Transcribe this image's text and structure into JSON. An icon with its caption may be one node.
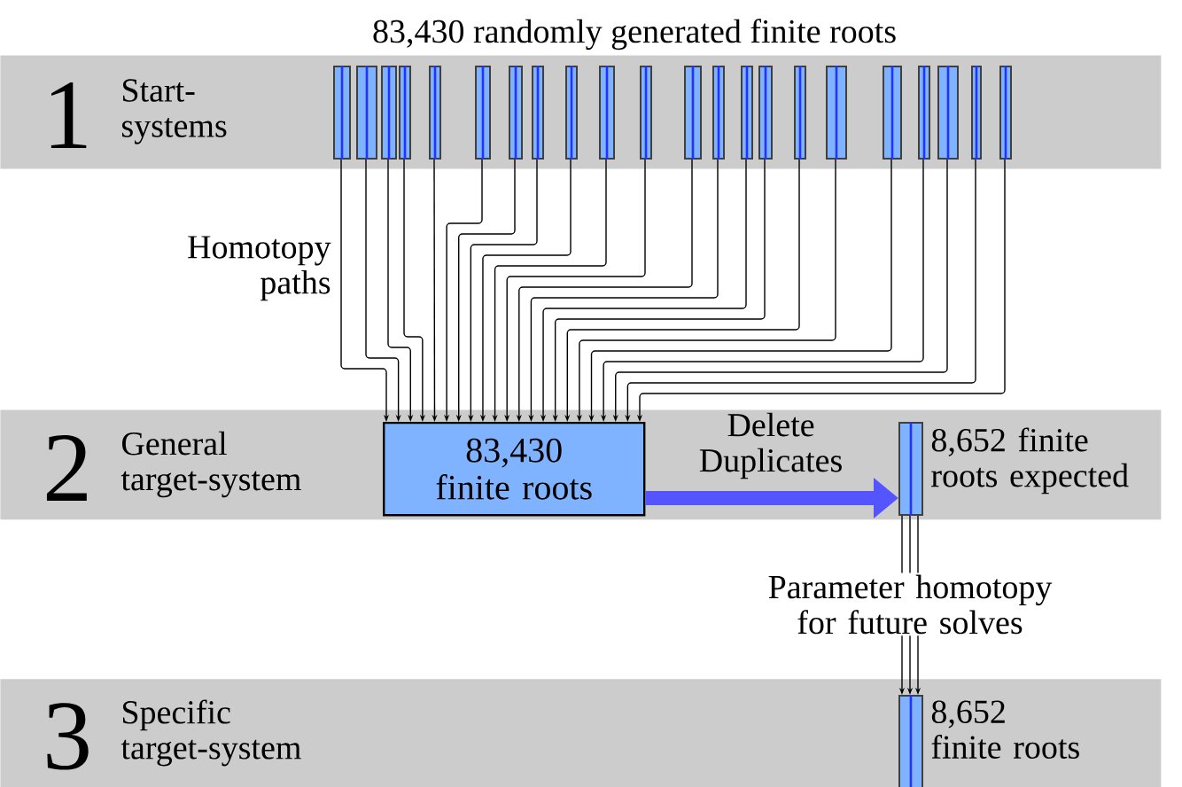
{
  "diagram": {
    "title": "83,430 randomly generated finite roots",
    "nodes": [
      {
        "text": [
          "1",
          "Start-systems"
        ]
      },
      {
        "text": [],
        "shape": "bar",
        "in": 0
      },
      {
        "text": [],
        "shape": "bar",
        "in": 0
      },
      {
        "text": [],
        "shape": "bar",
        "in": 0
      },
      {
        "text": [],
        "shape": "bar",
        "in": 0
      },
      {
        "text": [],
        "shape": "bar",
        "in": 0
      },
      {
        "text": [],
        "shape": "bar",
        "in": 0
      },
      {
        "text": [],
        "shape": "bar",
        "in": 0
      },
      {
        "text": [],
        "shape": "bar",
        "in": 0
      },
      {
        "text": [],
        "shape": "bar",
        "in": 0
      },
      {
        "text": [],
        "shape": "bar",
        "in": 0
      },
      {
        "text": [],
        "shape": "bar",
        "in": 0
      },
      {
        "text": [],
        "shape": "bar",
        "in": 0
      },
      {
        "text": [],
        "shape": "bar",
        "in": 0
      },
      {
        "text": [],
        "shape": "bar",
        "in": 0
      },
      {
        "text": [],
        "shape": "bar",
        "in": 0
      },
      {
        "text": [],
        "shape": "bar",
        "in": 0
      },
      {
        "text": [],
        "shape": "bar",
        "in": 0
      },
      {
        "text": [],
        "shape": "bar",
        "in": 0
      },
      {
        "text": [],
        "shape": "bar",
        "in": 0
      },
      {
        "text": [],
        "shape": "bar",
        "in": 0
      },
      {
        "text": [],
        "shape": "bar",
        "in": 0
      },
      {
        "text": [],
        "shape": "bar",
        "in": 0
      },
      {
        "text": [
          "2",
          "General target-system"
        ]
      },
      {
        "text": [
          "83,430 finite roots"
        ],
        "in": 23
      },
      {
        "text": [],
        "shape": "bar",
        "in": 23,
        "beside": [
          "8,652 finite roots expected"
        ]
      },
      {
        "text": [
          "3",
          "Specific target-system"
        ]
      },
      {
        "text": [],
        "shape": "bar",
        "in": 26,
        "beside": [
          "8,652 finite roots"
        ]
      }
    ],
    "edges": [
      {
        "from": 1,
        "to": 24,
        "arrow": "to"
      },
      {
        "from": 2,
        "to": 24,
        "arrow": "to"
      },
      {
        "from": 3,
        "to": 24,
        "arrow": "to"
      },
      {
        "from": 4,
        "to": 24,
        "arrow": "to"
      },
      {
        "from": 5,
        "to": 24,
        "arrow": "to"
      },
      {
        "from": 6,
        "to": 24,
        "arrow": "to"
      },
      {
        "from": 7,
        "to": 24,
        "arrow": "to"
      },
      {
        "from": 8,
        "to": 24,
        "arrow": "to"
      },
      {
        "from": 9,
        "to": 24,
        "arrow": "to"
      },
      {
        "from": 10,
        "to": 24,
        "arrow": "to"
      },
      {
        "from": 11,
        "to": 24,
        "arrow": "to"
      },
      {
        "from": 12,
        "to": 24,
        "arrow": "to"
      },
      {
        "from": 13,
        "to": 24,
        "arrow": "to"
      },
      {
        "from": 14,
        "to": 24,
        "arrow": "to"
      },
      {
        "from": 15,
        "to": 24,
        "arrow": "to"
      },
      {
        "from": 16,
        "to": 24,
        "arrow": "to"
      },
      {
        "from": 17,
        "to": 24,
        "arrow": "to"
      },
      {
        "from": 18,
        "to": 24,
        "arrow": "to"
      },
      {
        "from": 19,
        "to": 24,
        "arrow": "to"
      },
      {
        "from": 20,
        "to": 24,
        "arrow": "to"
      },
      {
        "from": 21,
        "to": 24,
        "arrow": "to"
      },
      {
        "from": 22,
        "to": 24,
        "arrow": "to"
      },
      {
        "from": 24,
        "to": 25,
        "arrow": "to",
        "label": "Delete Duplicates",
        "style": "thick",
        "color": "#5555ff"
      },
      {
        "from": 25,
        "to": 27,
        "arrow": "to"
      },
      {
        "from": 25,
        "to": 27,
        "arrow": "to",
        "label": "Parameter homotopy for future solves"
      },
      {
        "from": 25,
        "to": 27,
        "arrow": "to"
      }
    ],
    "labels": [
      "Homotopy paths"
    ]
  }
}
